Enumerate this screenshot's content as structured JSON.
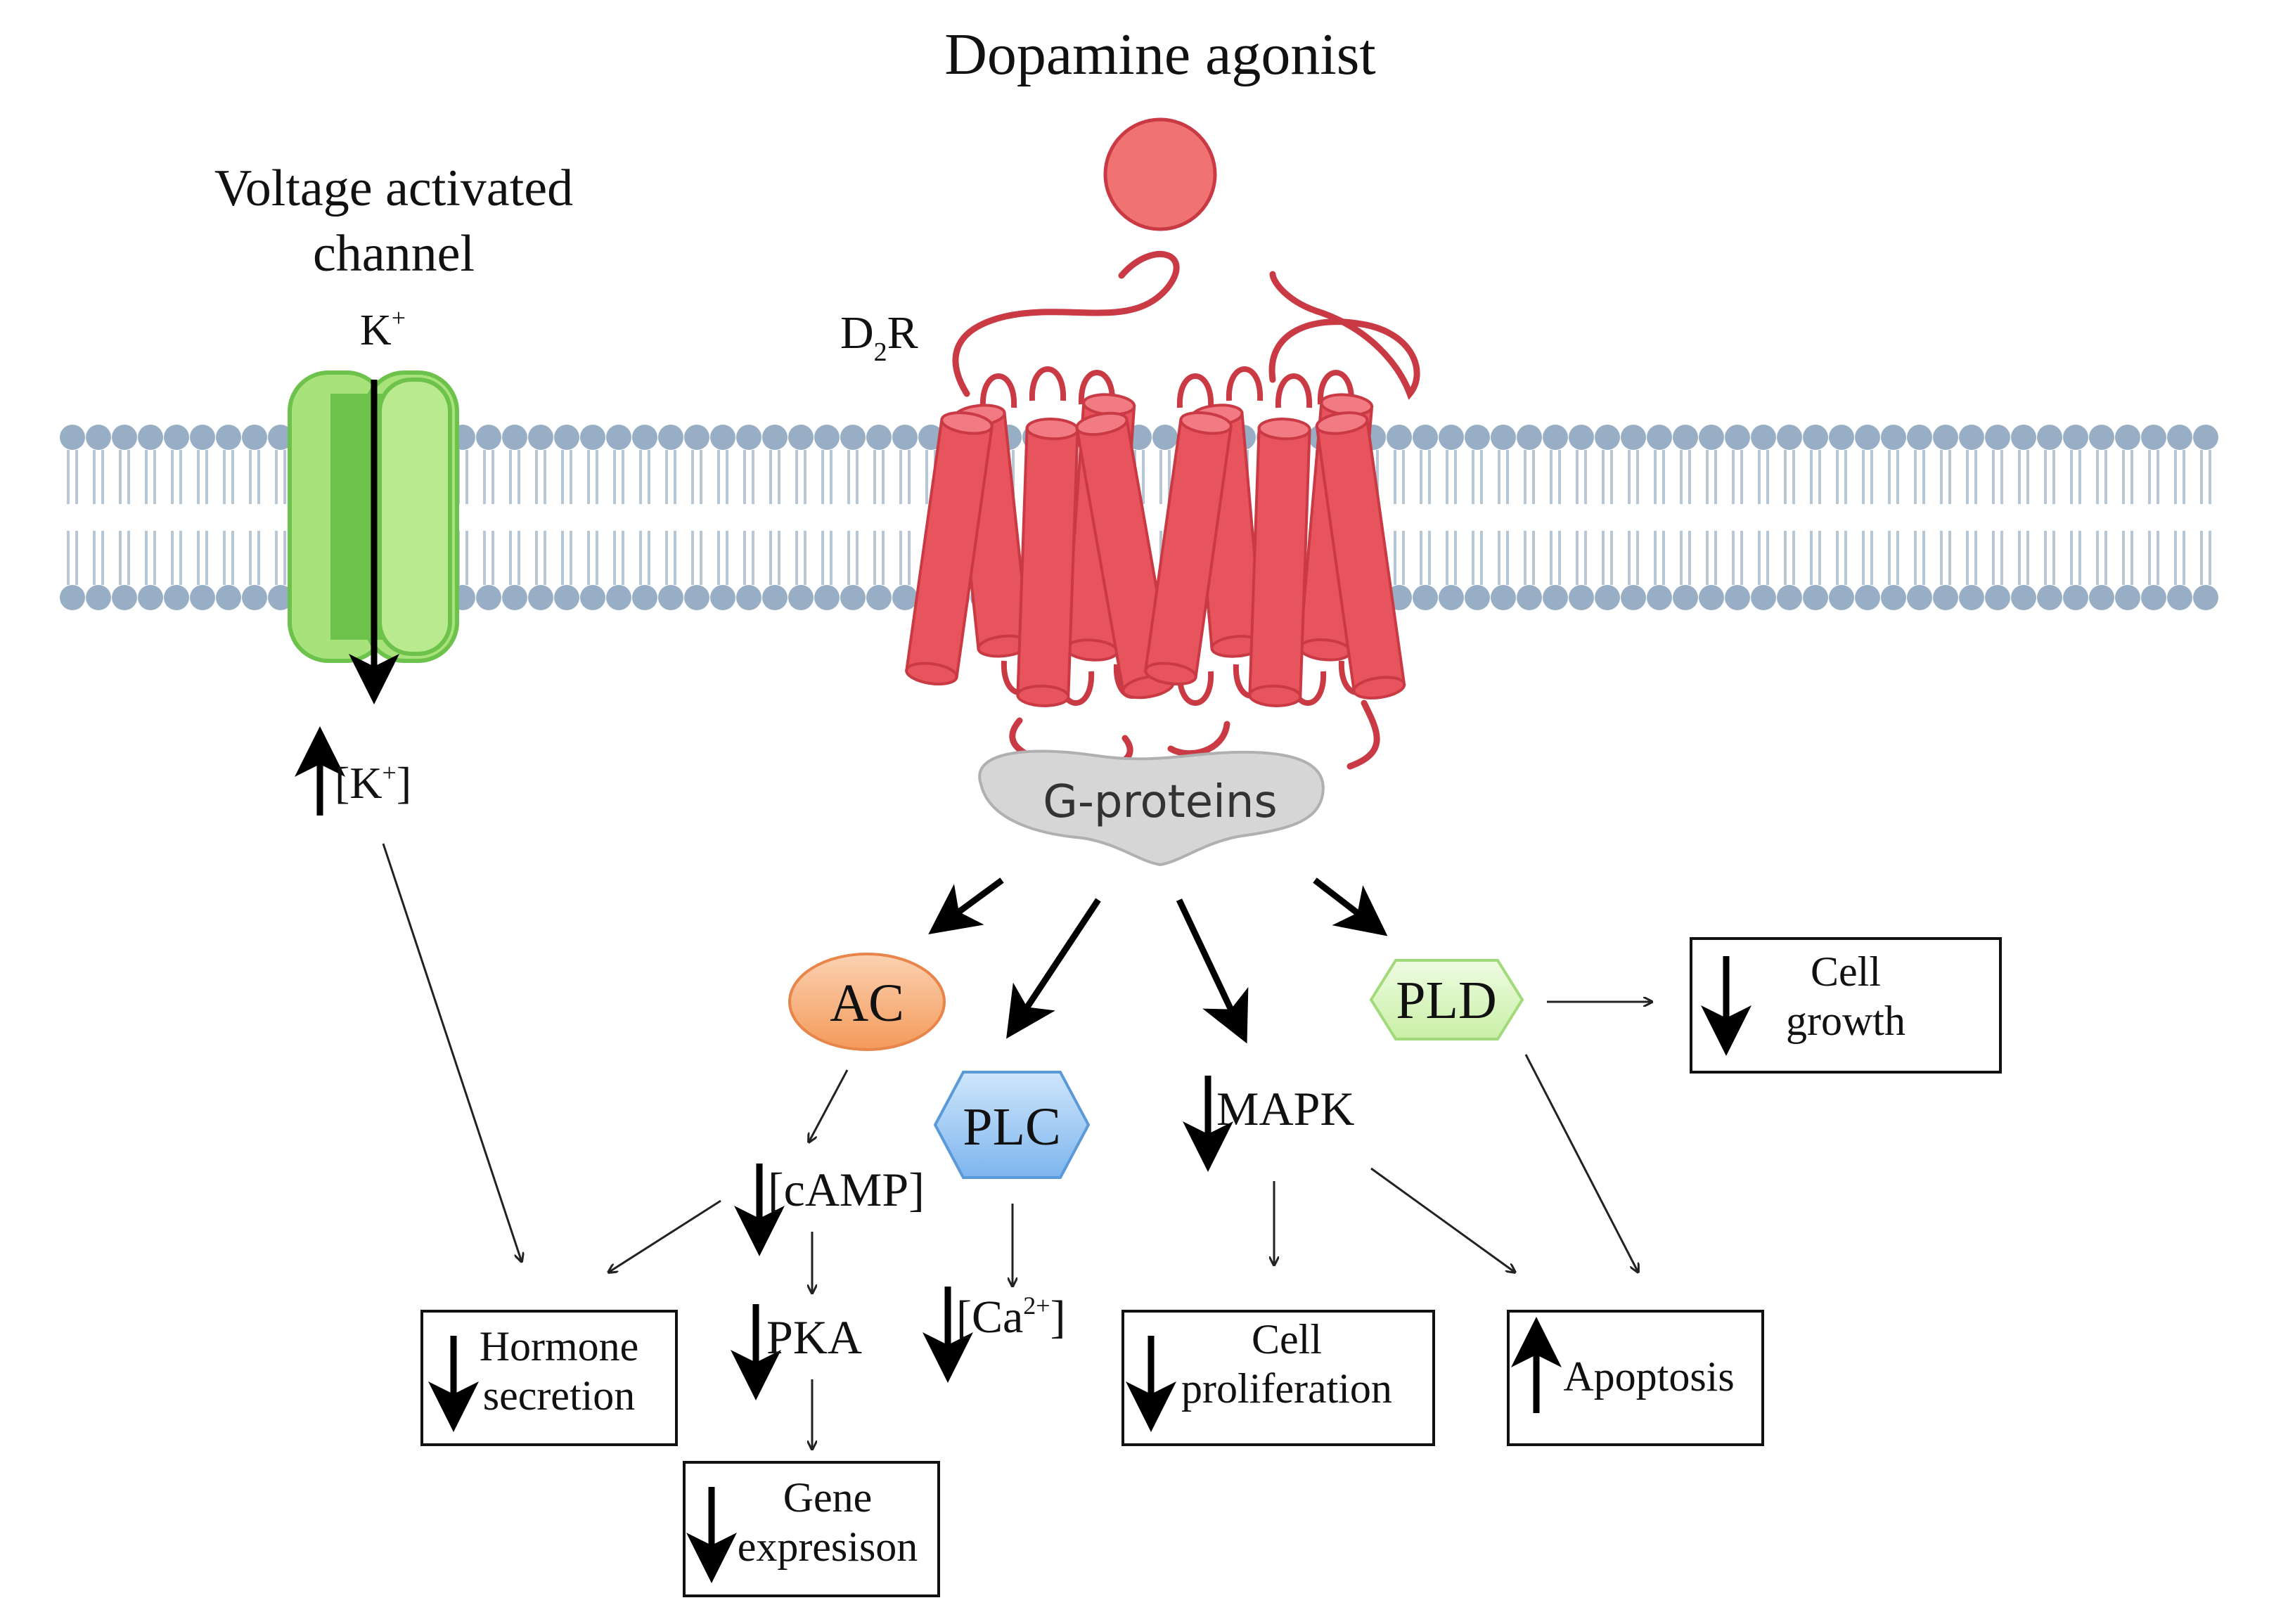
{
  "title": "Dopamine agonist",
  "channel": {
    "title_line1": "Voltage activated",
    "title_line2": "channel",
    "ion": "K",
    "ion_charge": "+"
  },
  "receptor": {
    "label_main": "D",
    "label_sub": "2",
    "label_end": "R"
  },
  "gproteins": "G-proteins",
  "potassium": {
    "open": "[K",
    "charge": "+",
    "close": "]"
  },
  "effectors": {
    "ac": "AC",
    "plc": "PLC",
    "pld": "PLD"
  },
  "mediators": {
    "mapk": "MAPK",
    "camp": "[cAMP]",
    "pka": "PKA",
    "calcium_open": "[Ca",
    "calcium_charge": "2+",
    "calcium_close": "]"
  },
  "outcomes": {
    "cell_growth_1": "Cell",
    "cell_growth_2": "growth",
    "hormone_1": "Hormone",
    "hormone_2": "secretion",
    "gene_1": "Gene",
    "gene_2": "expresison",
    "prolif_1": "Cell",
    "prolif_2": "proliferation",
    "apoptosis": "Apoptosis"
  },
  "colors": {
    "receptor": "#e8545e",
    "receptor_dark": "#c93a44",
    "ligand": "#f07272",
    "channel": "#a8e27a",
    "channel_dark": "#6cc24a",
    "membrane_head": "#97aec4",
    "membrane_tail": "#b7c7d6",
    "ac": "#f7a86e",
    "plc": "#8ec1f0",
    "pld": "#d7f5bc",
    "gprotein": "#d6d6d6"
  }
}
